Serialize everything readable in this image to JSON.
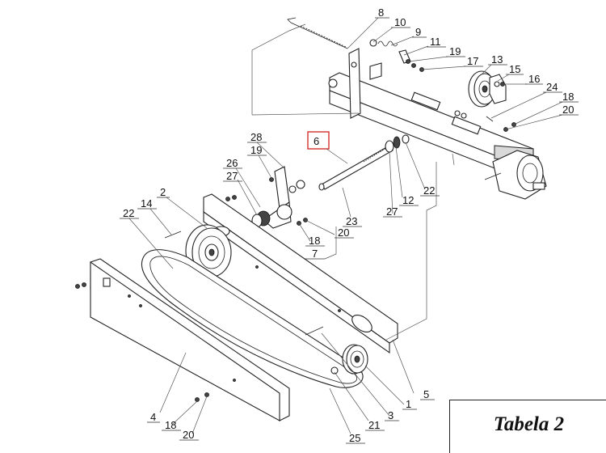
{
  "title_block": {
    "text": "Tabela 2"
  },
  "highlighted_label": "6",
  "callouts": [
    {
      "id": "c8",
      "label": "8"
    },
    {
      "id": "c10",
      "label": "10"
    },
    {
      "id": "c9",
      "label": "9"
    },
    {
      "id": "c11",
      "label": "11"
    },
    {
      "id": "c19a",
      "label": "19"
    },
    {
      "id": "c17",
      "label": "17"
    },
    {
      "id": "c13",
      "label": "13"
    },
    {
      "id": "c15",
      "label": "15"
    },
    {
      "id": "c16",
      "label": "16"
    },
    {
      "id": "c24",
      "label": "24"
    },
    {
      "id": "c18a",
      "label": "18"
    },
    {
      "id": "c20a",
      "label": "20"
    },
    {
      "id": "c28",
      "label": "28"
    },
    {
      "id": "c19b",
      "label": "19"
    },
    {
      "id": "c26",
      "label": "26"
    },
    {
      "id": "c27a",
      "label": "27"
    },
    {
      "id": "c2",
      "label": "2"
    },
    {
      "id": "c14",
      "label": "14"
    },
    {
      "id": "c22a",
      "label": "22"
    },
    {
      "id": "c27b",
      "label": "27"
    },
    {
      "id": "c12",
      "label": "12"
    },
    {
      "id": "c22b",
      "label": "22"
    },
    {
      "id": "c23",
      "label": "23"
    },
    {
      "id": "c20b",
      "label": "20"
    },
    {
      "id": "c18b",
      "label": "18"
    },
    {
      "id": "c7",
      "label": "7"
    },
    {
      "id": "c5",
      "label": "5"
    },
    {
      "id": "c1",
      "label": "1"
    },
    {
      "id": "c3",
      "label": "3"
    },
    {
      "id": "c21",
      "label": "21"
    },
    {
      "id": "c25",
      "label": "25"
    },
    {
      "id": "c4",
      "label": "4"
    },
    {
      "id": "c18c",
      "label": "18"
    },
    {
      "id": "c20c",
      "label": "20"
    }
  ]
}
